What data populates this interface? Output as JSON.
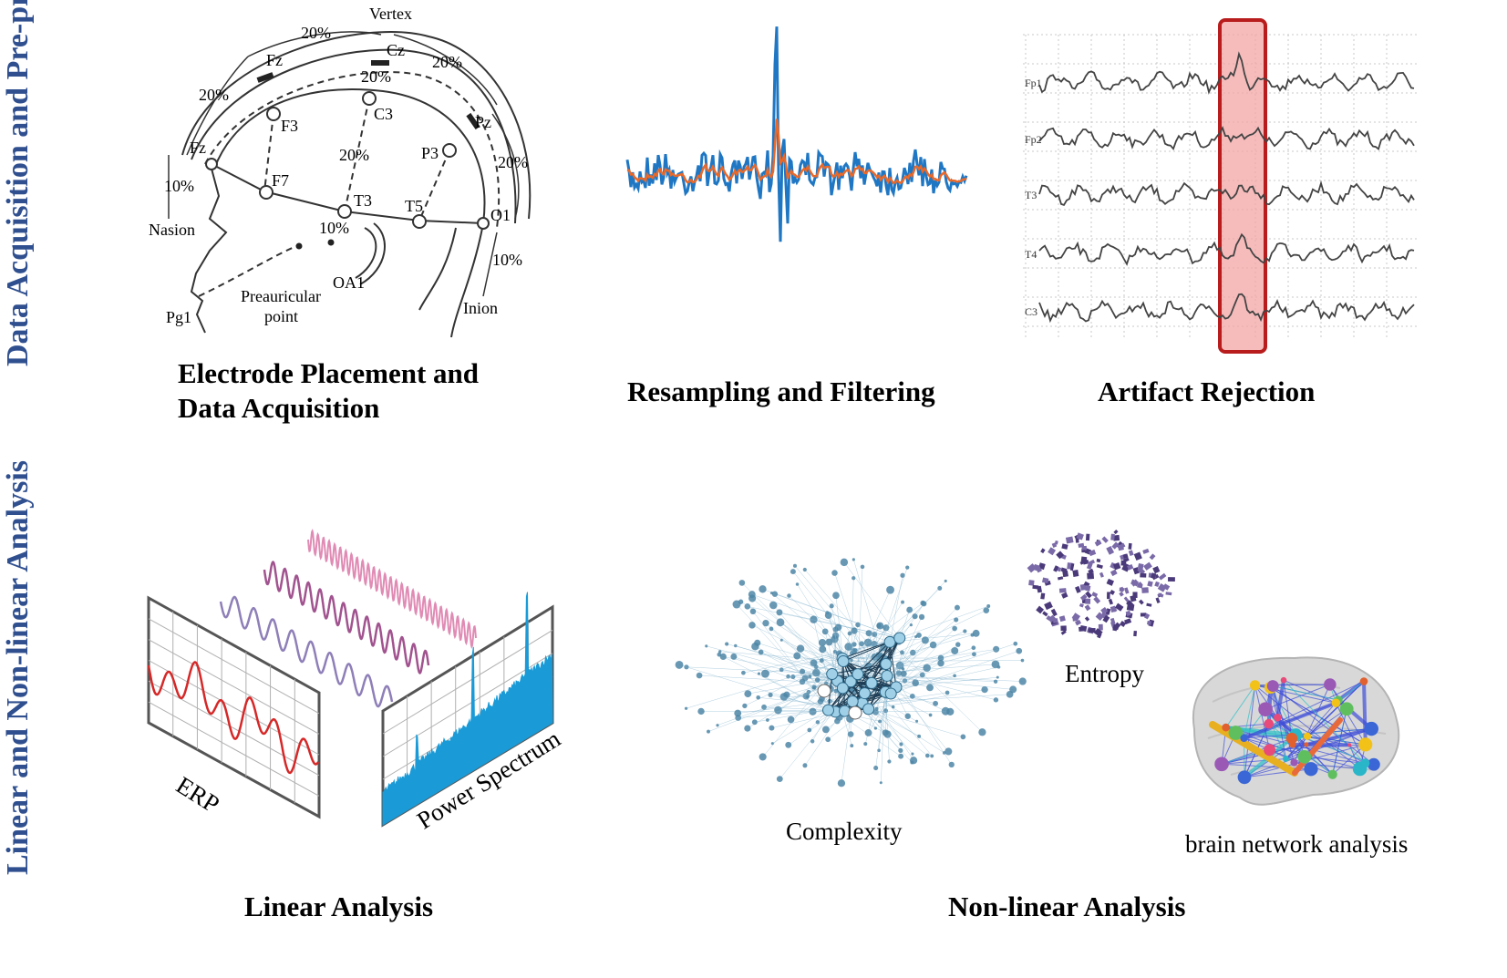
{
  "row_labels": {
    "top": "Data Acquisition and Pre-processing",
    "bottom": "Linear and Non-linear Analysis"
  },
  "captions": {
    "electrode_line1": "Electrode Placement and",
    "electrode_line2": "Data Acquisition",
    "resampling": "Resampling and Filtering",
    "artifact": "Artifact Rejection",
    "linear": "Linear Analysis",
    "nonlinear": "Non-linear Analysis"
  },
  "diagram_labels": {
    "vertex": "Vertex",
    "nasion": "Nasion",
    "inion": "Inion",
    "preauricular_1": "Preauricular",
    "preauricular_2": "point",
    "pct20": "20%",
    "pct10": "10%",
    "electrodes": {
      "fz": "Fz",
      "cz": "Cz",
      "pz": "Pz",
      "fpz": "Fz",
      "f3": "F3",
      "c3": "C3",
      "p3": "P3",
      "f7": "F7",
      "t3": "T3",
      "t5": "T5",
      "o1": "O1",
      "oa1": "OA1",
      "pg1": "Pg1"
    }
  },
  "eeg_channels": [
    "Fp1",
    "Fp2",
    "T3",
    "T4",
    "C3"
  ],
  "analysis_labels": {
    "erp": "ERP",
    "power_spectrum": "Power Spectrum",
    "complexity": "Complexity",
    "entropy": "Entropy",
    "brain_network": "brain network analysis"
  },
  "colors": {
    "side_label": "#2f4f8f",
    "signal_raw": "#1f77c4",
    "signal_filtered": "#e8692a",
    "artifact_box": "#b81c1c",
    "artifact_fill": "#f3a6a6",
    "erp_trace": "#d62828",
    "spectrum_fill": "#1a9ad6"
  }
}
